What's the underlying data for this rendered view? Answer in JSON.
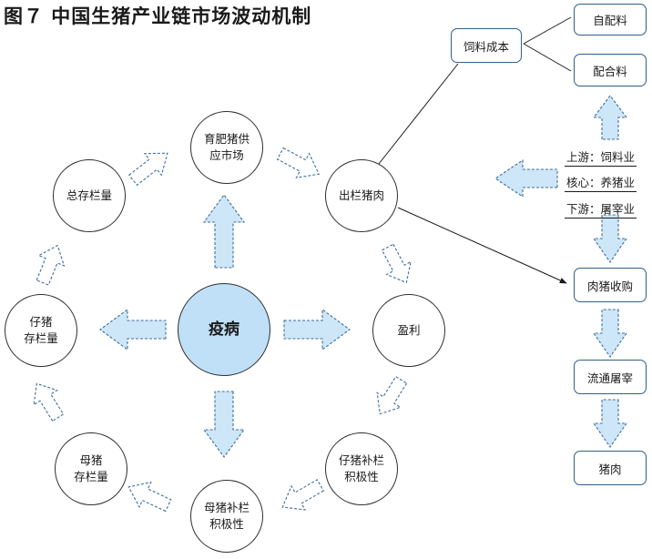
{
  "title": "图７ 中国生猪产业链市场波动机制",
  "center": "疫病",
  "cycle": {
    "supply_market": "育肥猪供\n应市场",
    "slaughter_pigs": "出栏猪肉",
    "profit": "盈利",
    "piglet_restock": "仔猪补栏\n积极性",
    "sow_restock": "母猪补栏\n积极性",
    "sow_inventory": "母猪\n存栏量",
    "piglet_inventory": "仔猪\n存栏量",
    "total_inventory": "总存栏量"
  },
  "feed": {
    "cost": "饲料成本",
    "self_mixed": "自配料",
    "compound": "配合料"
  },
  "chain": {
    "upstream": "上游：饲料业",
    "core": "核心：养猪业",
    "downstream": "下游：屠宰业",
    "purchase": "肉猪收购",
    "slaughter": "流通屠宰",
    "pork": "猪肉"
  },
  "colors": {
    "center_fill": "#bfe0f6",
    "arrow_fill": "#cde6f8",
    "arrow_stroke": "#3d6f9c",
    "box_stroke": "#2f5f8a"
  }
}
